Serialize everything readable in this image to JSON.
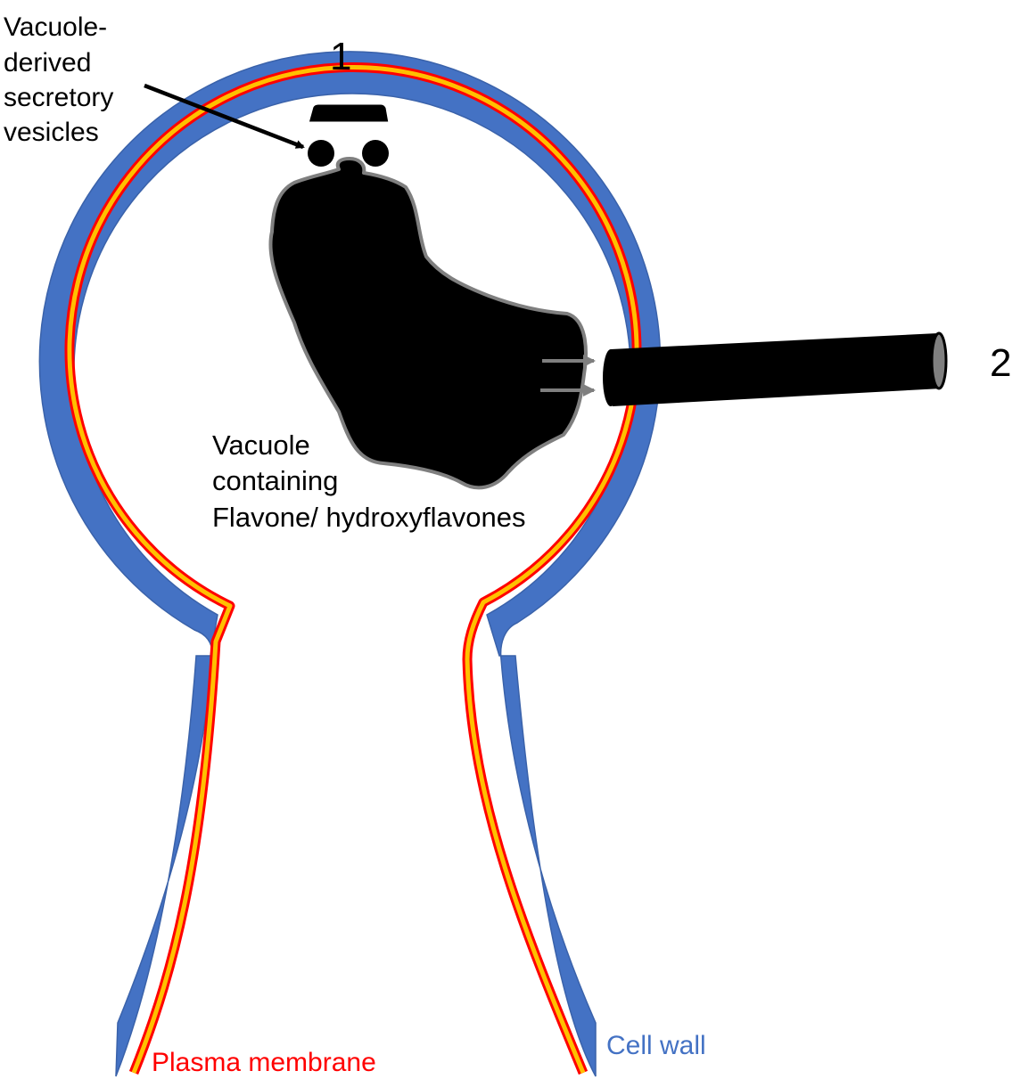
{
  "labels": {
    "vesicles_line1": "Vacuole-",
    "vesicles_line2": "derived",
    "vesicles_line3": "secretory",
    "vesicles_line4": "vesicles",
    "number_1": "1",
    "number_2": "2",
    "vacuole_line1": "Vacuole",
    "vacuole_line2": "containing",
    "vacuole_line3": "Flavone/ hydroxyflavones",
    "plasma_membrane": "Plasma membrane",
    "cell_wall": "Cell wall"
  },
  "colors": {
    "cell_wall": "#4472C4",
    "cell_wall_edge": "#3A62AA",
    "membrane_outer": "#FF0000",
    "membrane_inner": "#FFC000",
    "vacuole_fill": "#000000",
    "vacuole_edge": "#7F7F7F",
    "label_text": "#000000",
    "plasma_membrane_text": "#FF0000",
    "cell_wall_text": "#4472C4",
    "arrow_gray": "#7F7F7F"
  }
}
